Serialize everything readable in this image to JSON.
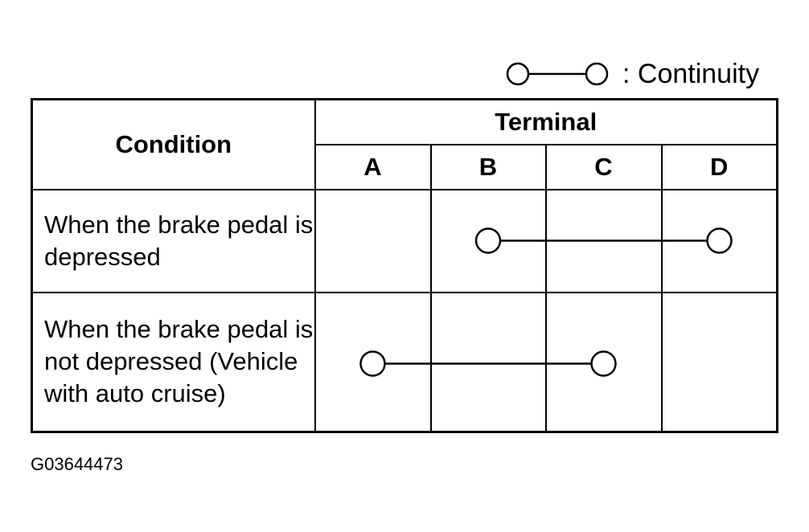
{
  "legend": {
    "symbol": "continuity-symbol-icon",
    "label": ": Continuity"
  },
  "table": {
    "condition_header": "Condition",
    "terminal_header": "Terminal",
    "terminals": [
      "A",
      "B",
      "C",
      "D"
    ],
    "rows": [
      {
        "condition": "When the brake pedal is depressed",
        "continuity": [
          "B",
          "D"
        ]
      },
      {
        "condition": "When the brake pedal is not depressed (Vehicle with auto cruise)",
        "continuity": [
          "A",
          "C"
        ]
      }
    ]
  },
  "figure_code": "G03644473",
  "colors": {
    "line": "#000000",
    "background": "#ffffff"
  }
}
